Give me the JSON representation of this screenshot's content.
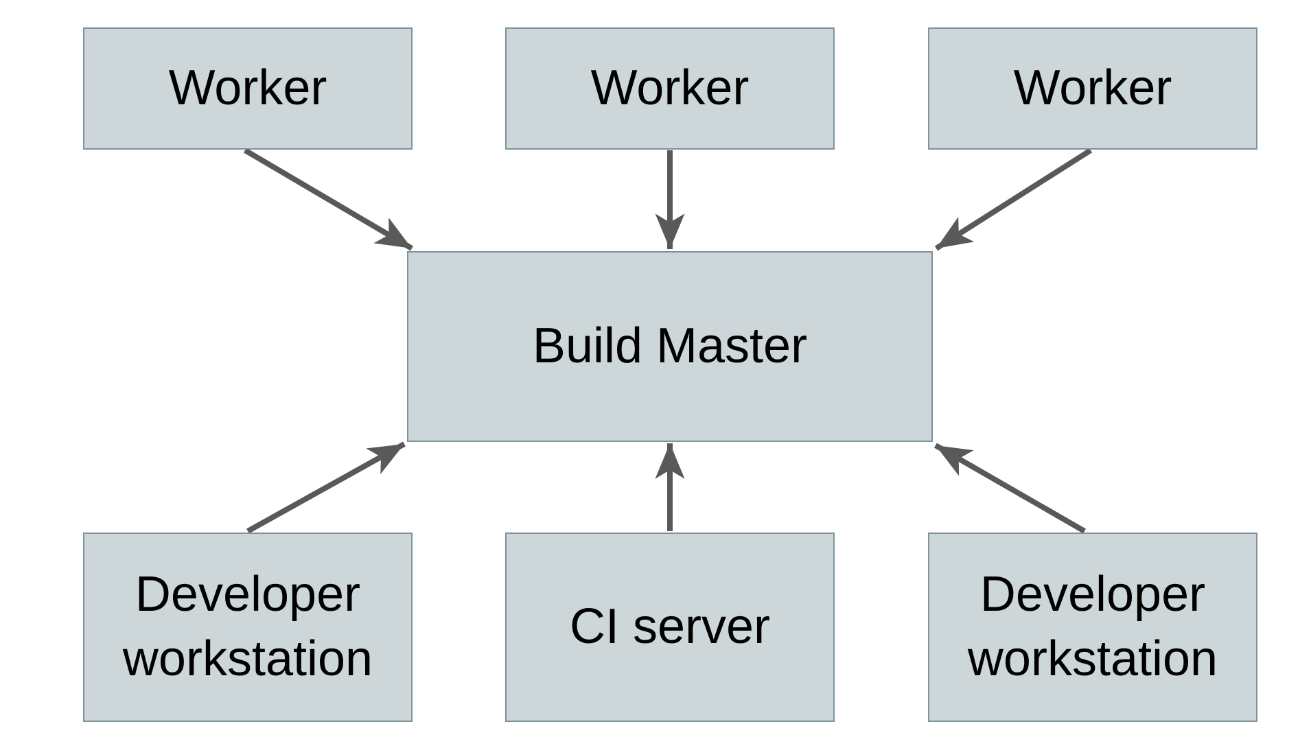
{
  "diagram": {
    "type": "architecture-diagram",
    "nodes": [
      {
        "id": "worker-1",
        "label": "Worker",
        "row": "top"
      },
      {
        "id": "worker-2",
        "label": "Worker",
        "row": "top"
      },
      {
        "id": "worker-3",
        "label": "Worker",
        "row": "top"
      },
      {
        "id": "build-master",
        "label": "Build Master",
        "row": "center"
      },
      {
        "id": "developer-workstation-left",
        "label": "Developer workstation",
        "row": "bottom"
      },
      {
        "id": "ci-server",
        "label": "CI server",
        "row": "bottom"
      },
      {
        "id": "developer-workstation-right",
        "label": "Developer workstation",
        "row": "bottom"
      }
    ],
    "edges": [
      {
        "from": "worker-1",
        "to": "build-master"
      },
      {
        "from": "worker-2",
        "to": "build-master"
      },
      {
        "from": "worker-3",
        "to": "build-master"
      },
      {
        "from": "developer-workstation-left",
        "to": "build-master"
      },
      {
        "from": "ci-server",
        "to": "build-master"
      },
      {
        "from": "developer-workstation-right",
        "to": "build-master"
      }
    ],
    "colors": {
      "node_fill": "#cdd7d9",
      "node_border": "#7d929c",
      "arrow": "#595959",
      "text": "#000000",
      "background": "#ffffff"
    }
  }
}
